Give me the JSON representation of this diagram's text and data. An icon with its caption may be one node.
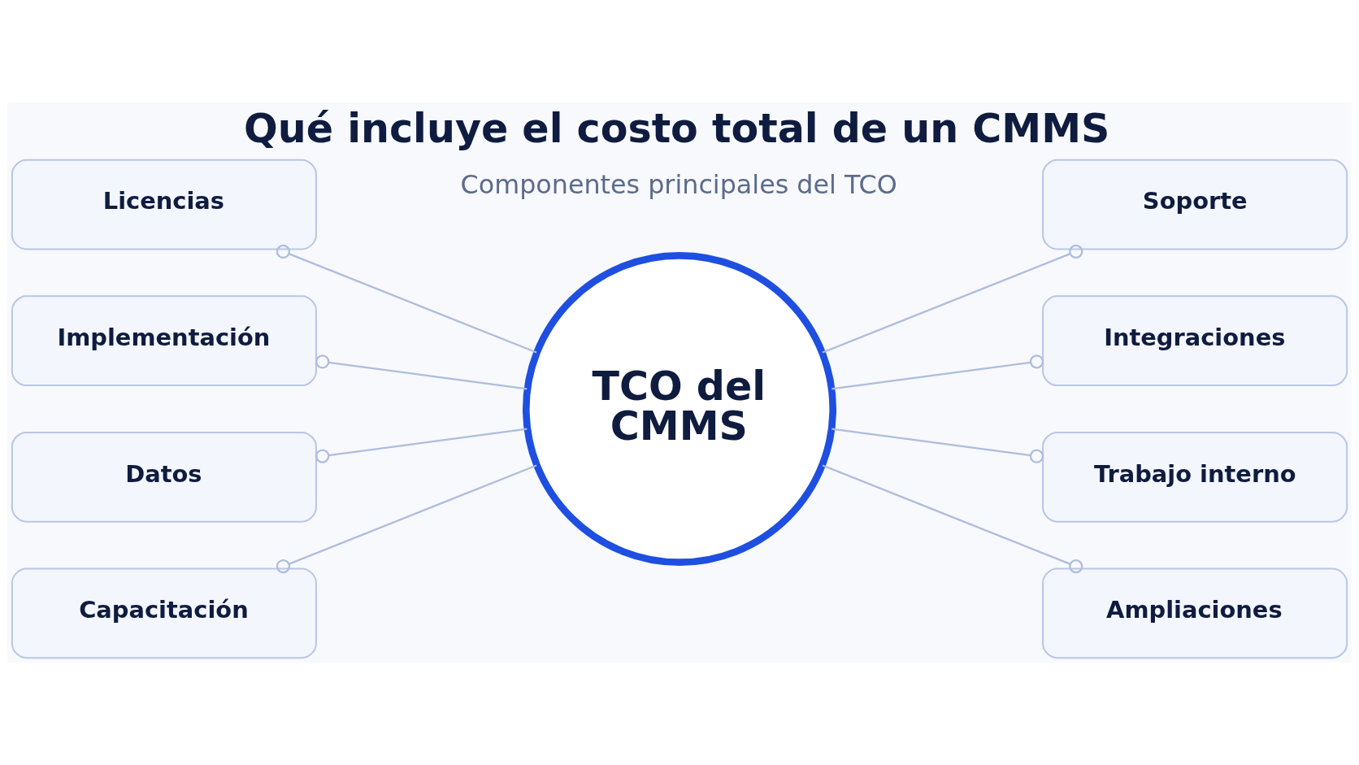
{
  "diagram": {
    "title": "Qué incluye el costo total de un CMMS",
    "nodes": [
      {
        "text": [
          "Licencias"
        ]
      },
      {
        "text": [
          "Soporte"
        ]
      },
      {
        "text": [
          "Implementación"
        ]
      },
      {
        "text": [
          "Integraciones"
        ]
      },
      {
        "text": [
          "TCO del CMMS"
        ]
      },
      {
        "text": [
          "Datos"
        ]
      },
      {
        "text": [
          "Trabajo interno"
        ]
      },
      {
        "text": [
          "Capacitación"
        ]
      },
      {
        "text": [
          "Ampliaciones"
        ]
      }
    ],
    "edges": [
      {
        "from": 0,
        "to": 4,
        "arrow": "other"
      },
      {
        "from": 2,
        "to": 4,
        "arrow": "other"
      },
      {
        "from": 5,
        "to": 4,
        "arrow": "other"
      },
      {
        "from": 7,
        "to": 4,
        "arrow": "other"
      },
      {
        "from": 4,
        "to": 1,
        "arrow": "other"
      },
      {
        "from": 4,
        "to": 3,
        "arrow": "other"
      },
      {
        "from": 4,
        "to": 6,
        "arrow": "other"
      },
      {
        "from": 4,
        "to": 8,
        "arrow": "other"
      }
    ],
    "labels": [
      "Componentes principales del TCO"
    ]
  }
}
